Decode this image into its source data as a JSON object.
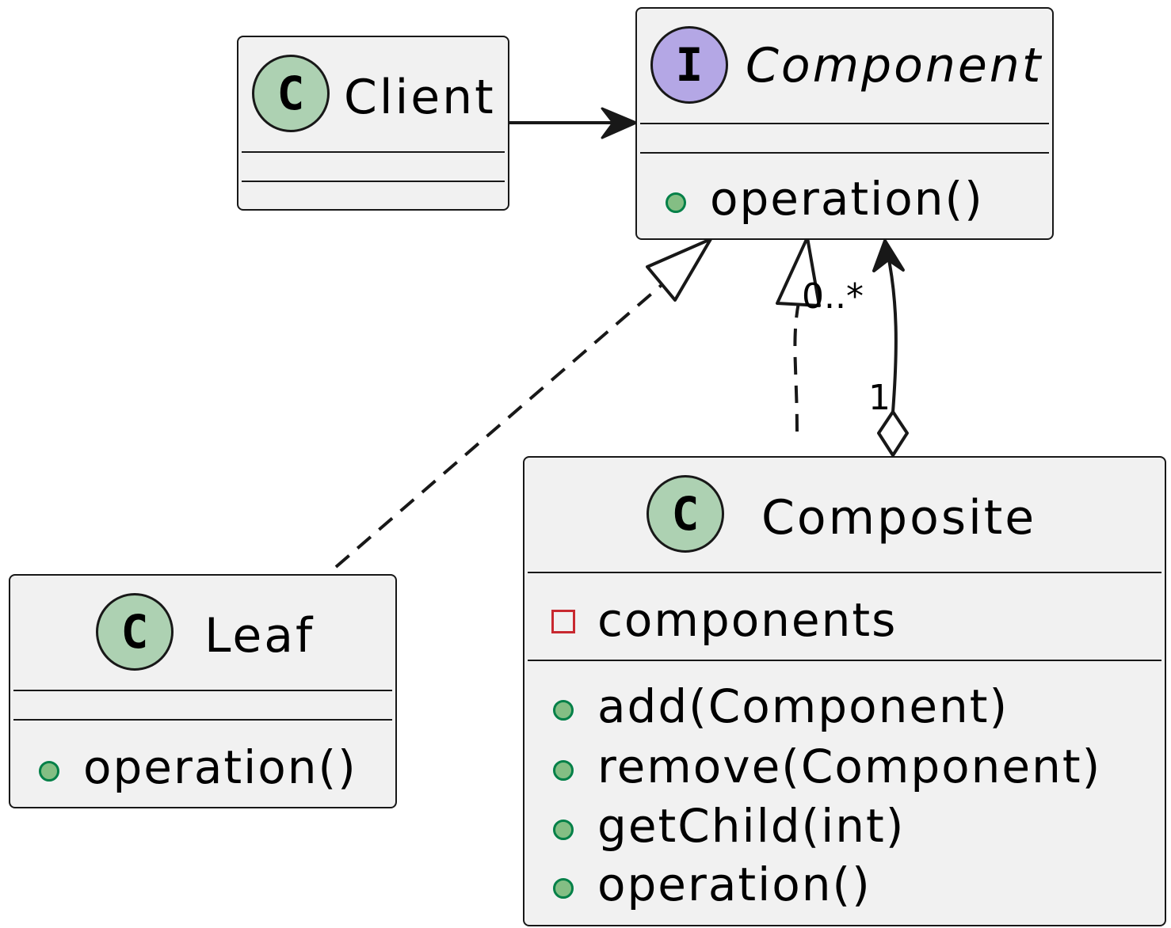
{
  "colors": {
    "class_badge": "#add1b2",
    "interface_badge": "#b4a7e5",
    "box_fill": "#f1f1f1",
    "stroke": "#181818",
    "public_dot_fill": "#84be84",
    "public_dot_stroke": "#038048",
    "private_square_stroke": "#c82930"
  },
  "nodes": {
    "client": {
      "stereotype": "C",
      "name": "Client",
      "attributes": [],
      "methods": []
    },
    "component": {
      "stereotype": "I",
      "name": "Component",
      "attributes": [],
      "methods": [
        "operation()"
      ]
    },
    "leaf": {
      "stereotype": "C",
      "name": "Leaf",
      "attributes": [],
      "methods": [
        "operation()"
      ]
    },
    "composite": {
      "stereotype": "C",
      "name": "Composite",
      "attributes": [
        "components"
      ],
      "methods": [
        "add(Component)",
        "remove(Component)",
        "getChild(int)",
        "operation()"
      ]
    }
  },
  "edges": [
    {
      "from": "Client",
      "to": "Component",
      "kind": "association"
    },
    {
      "from": "Leaf",
      "to": "Component",
      "kind": "realization"
    },
    {
      "from": "Composite",
      "to": "Component",
      "kind": "realization"
    },
    {
      "from": "Composite",
      "to": "Component",
      "kind": "aggregation",
      "label_target": "0..*",
      "label_source": "1"
    }
  ]
}
